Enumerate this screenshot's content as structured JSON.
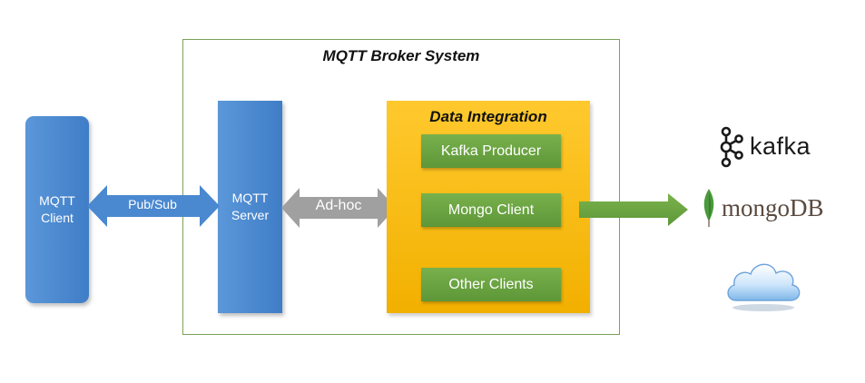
{
  "system": {
    "title": "MQTT Broker System"
  },
  "mqtt_client": {
    "label_line1": "MQTT",
    "label_line2": "Client"
  },
  "mqtt_server": {
    "label_line1": "MQTT",
    "label_line2": "Server"
  },
  "arrows": {
    "pubsub": "Pub/Sub",
    "adhoc": "Ad-hoc"
  },
  "integration": {
    "title": "Data Integration",
    "kafka_producer": "Kafka Producer",
    "mongo_client": "Mongo Client",
    "other_clients": "Other Clients"
  },
  "destinations": {
    "kafka": "kafka",
    "mongo_prefix": "mongo",
    "mongo_suffix": "DB"
  },
  "colors": {
    "blue": "#4a88d0",
    "gray": "#a0a0a0",
    "green": "#6aa442",
    "gold": "#ffc000",
    "frame": "#7aa35a"
  }
}
